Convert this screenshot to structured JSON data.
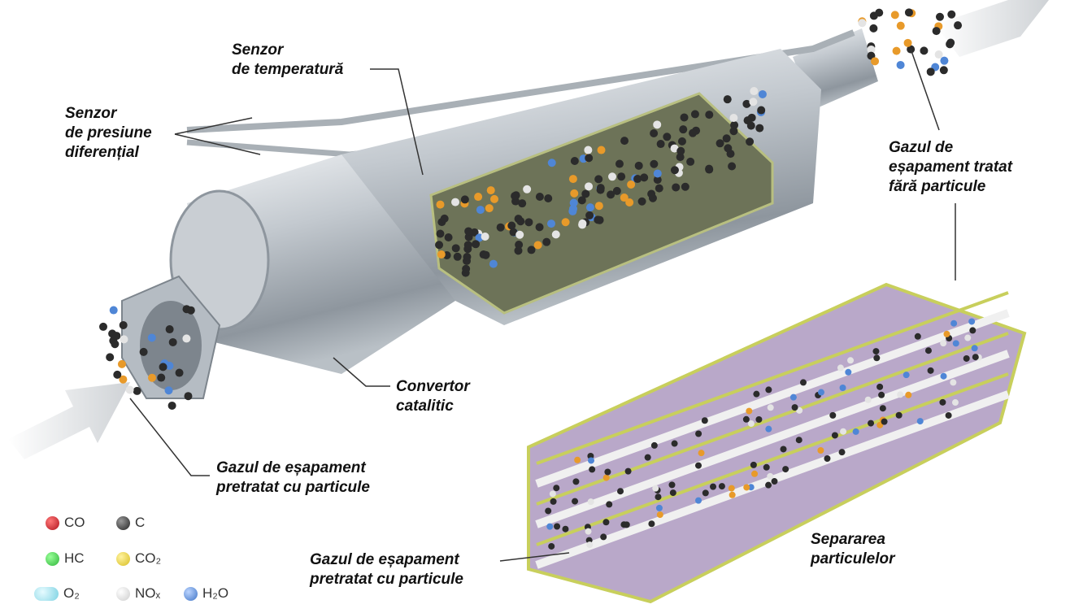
{
  "labels": {
    "temp_sensor": [
      "Senzor",
      "de temperatură"
    ],
    "pressure_sensor": [
      "Senzor",
      "de presiune",
      "diferențial"
    ],
    "treated_gas": [
      "Gazul de",
      "eșapament tratat",
      "fără particule"
    ],
    "converter": [
      "Convertor",
      "catalitic"
    ],
    "pretreated_gas_top": [
      "Gazul de eșapament",
      "pretratat cu particule"
    ],
    "separation": [
      "Separarea",
      "particulelor"
    ],
    "pretreated_gas_bottom": [
      "Gazul de eșapament",
      "pretratat cu particule"
    ]
  },
  "legend": [
    {
      "label": "CO",
      "color": "#b0141e"
    },
    {
      "label": "C",
      "color": "#333333"
    },
    {
      "label": "HC",
      "color": "#2fb53a"
    },
    {
      "label": "CO₂",
      "color": "#e8cf3a"
    },
    {
      "label": "O₂",
      "color": "#8fdbe8"
    },
    {
      "label": "NOₓ",
      "color": "#e4e4e4"
    },
    {
      "label": "H₂O",
      "color": "#4f86d6"
    }
  ]
}
